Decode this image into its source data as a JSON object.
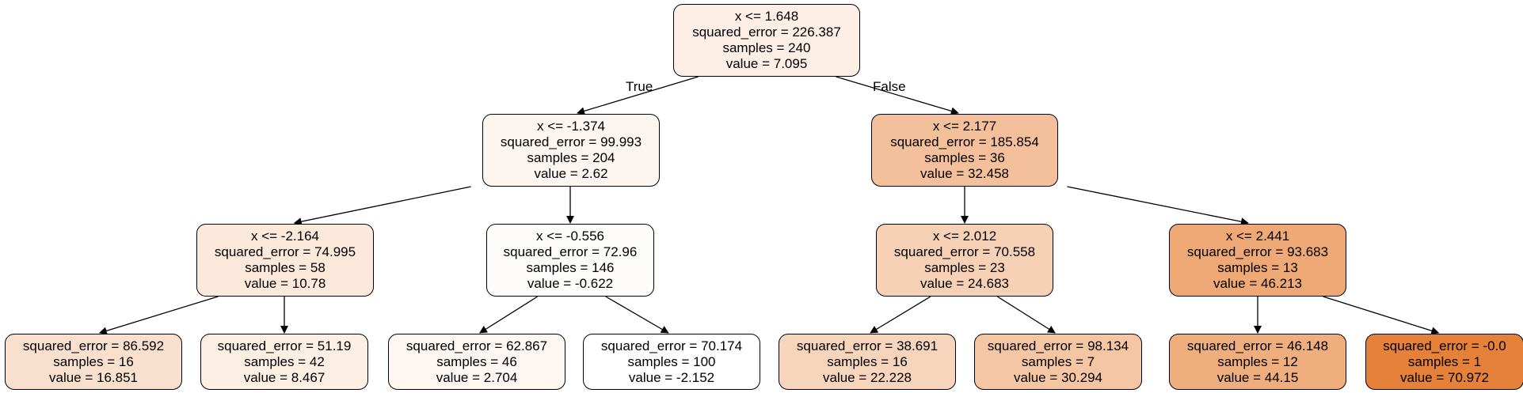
{
  "tree": {
    "nodes": [
      {
        "id": "n0",
        "lines": [
          "x <= 1.648",
          "squared_error = 226.387",
          "samples = 240",
          "value = 7.095"
        ],
        "fill": "#fdefe6"
      },
      {
        "id": "n1",
        "lines": [
          "x <= -1.374",
          "squared_error = 99.993",
          "samples = 204",
          "value = 2.62"
        ],
        "fill": "#fdf6f0"
      },
      {
        "id": "n2",
        "lines": [
          "x <= 2.177",
          "squared_error = 185.854",
          "samples = 36",
          "value = 32.458"
        ],
        "fill": "#f4c09b"
      },
      {
        "id": "n3",
        "lines": [
          "x <= -2.164",
          "squared_error = 74.995",
          "samples = 58",
          "value = 10.78"
        ],
        "fill": "#fce9dc"
      },
      {
        "id": "n4",
        "lines": [
          "x <= -0.556",
          "squared_error = 72.96",
          "samples = 146",
          "value = -0.622"
        ],
        "fill": "#fefcfa"
      },
      {
        "id": "n5",
        "lines": [
          "x <= 2.012",
          "squared_error = 70.558",
          "samples = 23",
          "value = 24.683"
        ],
        "fill": "#f6d1b6"
      },
      {
        "id": "n6",
        "lines": [
          "x <= 2.441",
          "squared_error = 93.683",
          "samples = 13",
          "value = 46.213"
        ],
        "fill": "#efa977"
      },
      {
        "id": "n7",
        "lines": [
          "squared_error = 86.592",
          "samples = 16",
          "value = 16.851"
        ],
        "fill": "#f9e0ce"
      },
      {
        "id": "n8",
        "lines": [
          "squared_error = 51.19",
          "samples = 42",
          "value = 8.467"
        ],
        "fill": "#fcefe4"
      },
      {
        "id": "n9",
        "lines": [
          "squared_error = 62.867",
          "samples = 46",
          "value = 2.704"
        ],
        "fill": "#fdf6f1"
      },
      {
        "id": "n10",
        "lines": [
          "squared_error = 70.174",
          "samples = 100",
          "value = -2.152"
        ],
        "fill": "#ffffff"
      },
      {
        "id": "n11",
        "lines": [
          "squared_error = 38.691",
          "samples = 16",
          "value = 22.228"
        ],
        "fill": "#f7d5bd"
      },
      {
        "id": "n12",
        "lines": [
          "squared_error = 98.134",
          "samples = 7",
          "value = 30.294"
        ],
        "fill": "#f5c6a3"
      },
      {
        "id": "n13",
        "lines": [
          "squared_error = 46.148",
          "samples = 12",
          "value = 44.15"
        ],
        "fill": "#efae7e"
      },
      {
        "id": "n14",
        "lines": [
          "squared_error = -0.0",
          "samples = 1",
          "value = 70.972"
        ],
        "fill": "#e58139"
      }
    ],
    "edges": [
      {
        "from": "n0",
        "to": "n1"
      },
      {
        "from": "n0",
        "to": "n2"
      },
      {
        "from": "n1",
        "to": "n3"
      },
      {
        "from": "n1",
        "to": "n4"
      },
      {
        "from": "n2",
        "to": "n5"
      },
      {
        "from": "n2",
        "to": "n6"
      },
      {
        "from": "n3",
        "to": "n7"
      },
      {
        "from": "n3",
        "to": "n8"
      },
      {
        "from": "n4",
        "to": "n9"
      },
      {
        "from": "n4",
        "to": "n10"
      },
      {
        "from": "n5",
        "to": "n11"
      },
      {
        "from": "n5",
        "to": "n12"
      },
      {
        "from": "n6",
        "to": "n13"
      },
      {
        "from": "n6",
        "to": "n14"
      }
    ],
    "edge_labels": {
      "true_label": "True",
      "false_label": "False"
    }
  }
}
